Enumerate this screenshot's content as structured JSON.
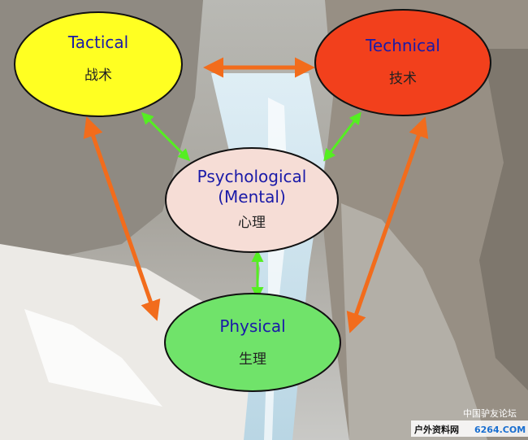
{
  "nodes": {
    "tactical": {
      "title": "Tactical",
      "subtitle": "战术",
      "color": "#ffff22"
    },
    "technical": {
      "title": "Technical",
      "subtitle": "技术",
      "color": "#f2401c"
    },
    "psychological": {
      "title_line1": "Psychological",
      "title_line2": "(Mental)",
      "subtitle": "心理",
      "color": "#f6ddd6"
    },
    "physical": {
      "title": "Physical",
      "subtitle": "生理",
      "color": "#70e36a"
    }
  },
  "colors": {
    "primary_arrow": "#f26c1c",
    "secondary_arrow": "#55ee22",
    "title_text": "#1a1aa8"
  },
  "watermark": {
    "line1": "中国驴友论坛",
    "line2": "户外资料网",
    "line3": "6264.COM"
  }
}
